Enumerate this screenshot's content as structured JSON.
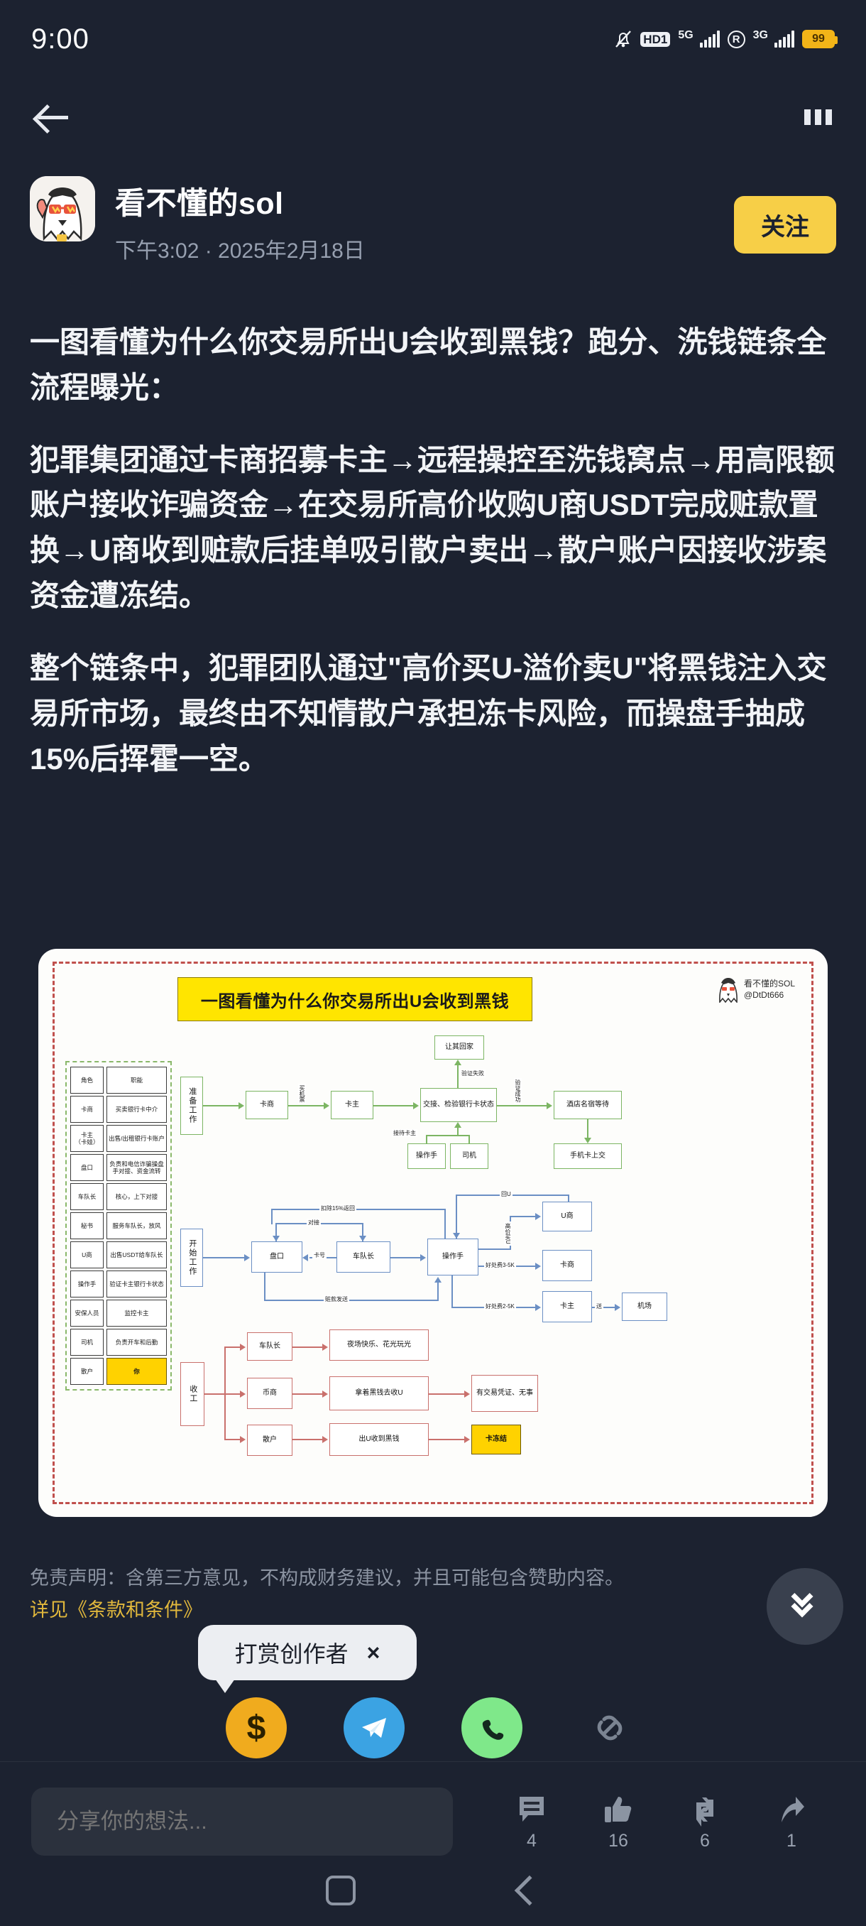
{
  "status_bar": {
    "time": "9:00",
    "icons": [
      "silent-bell-icon",
      "hd1-icon",
      "5g-signal-icon",
      "roaming-icon",
      "3g-signal-icon",
      "battery-icon"
    ],
    "hd_label": "HD1",
    "net1": "5G",
    "net2": "3G",
    "roaming": "R",
    "battery": "99"
  },
  "nav": {
    "back": "back-arrow-icon",
    "more": "more-options-icon"
  },
  "author": {
    "name": "看不懂的sol",
    "meta": "下午3:02 · 2025年2月18日",
    "follow_label": "关注"
  },
  "post": {
    "paragraphs": [
      "一图看懂为什么你交易所出U会收到黑钱？跑分、洗钱链条全流程曝光：",
      "犯罪集团通过卡商招募卡主→远程操控至洗钱窝点→用高限额账户接收诈骗资金→在交易所高价收购U商USDT完成赃款置换→U商收到赃款后挂单吸引散户卖出→散户账户因接收涉案资金遭冻结。",
      "整个链条中，犯罪团队通过\"高价买U-溢价卖U\"将黑钱注入交易所市场，最终由不知情散户承担冻卡风险，而操盘手抽成15%后挥霍一空。"
    ]
  },
  "diagram": {
    "title": "一图看懂为什么你交易所出U会收到黑钱",
    "watermark_name": "看不懂的SOL",
    "watermark_handle": "@DtDt666",
    "roles_table": {
      "header": [
        "角色",
        "职能"
      ],
      "rows": [
        [
          "卡商",
          "买卖银行卡中介"
        ],
        [
          "卡主\n（卡娃）",
          "出售/出租银行卡账户"
        ],
        [
          "盘口",
          "负责和电信诈骗操盘手对接、资金流转"
        ],
        [
          "车队长",
          "核心，上下对接"
        ],
        [
          "秘书",
          "服务车队长，放风"
        ],
        [
          "U商",
          "出售USDT给车队长"
        ],
        [
          "操作手",
          "验证卡主银行卡状态"
        ],
        [
          "安保人员",
          "监控卡主"
        ],
        [
          "司机",
          "负责开车和后勤"
        ],
        [
          "散户",
          "你"
        ]
      ]
    },
    "phase1": {
      "name": "准备工作",
      "nodes": {
        "kashang": "卡商",
        "kazhu": "卡主",
        "jiaojie": "交接、检验银行卡状态",
        "huijia": "让其回家",
        "jiudian": "酒店名宿等待",
        "shoujika": "手机卡上交",
        "caozuoshou": "操作手",
        "siji": "司机"
      },
      "edges": {
        "maijipiao": "买机票",
        "yanzheng_shibai": "验证失败",
        "yanzheng_chenggong": "验证成功",
        "jiedai_kazhu": "接待卡主"
      }
    },
    "phase2": {
      "name": "开始工作",
      "nodes": {
        "pankou": "盘口",
        "cheduizhang": "车队长",
        "caozuoshou": "操作手",
        "ushang": "U商",
        "kashang": "卡商",
        "kazhu": "卡主",
        "jichang": "机场"
      },
      "edges": {
        "koucu": "扣除15%返回",
        "duijie": "对接",
        "kahao": "卡号",
        "zangkuan": "赃款发送",
        "huiU": "回U",
        "gaojia": "高价买U",
        "haochu35": "好处费3-5K",
        "haochu25": "好处费2-5K",
        "song": "送"
      }
    },
    "phase3": {
      "name": "收工",
      "nodes": {
        "cheduizhang": "车队长",
        "yechang": "夜场快乐、花光玩光",
        "bishang": "币商",
        "naheiqian": "拿着黑钱去收U",
        "youpingzheng": "有交易凭证、无事",
        "sanhu": "散户",
        "chuU": "出U收到黑钱",
        "kadongjie": "卡冻结"
      }
    }
  },
  "disclaimer": {
    "text": "免责声明：含第三方意见，不构成财务建议，并且可能包含赞助内容。",
    "terms": "详见《条款和条件》"
  },
  "tip_bubble": {
    "label": "打赏创作者",
    "close": "×"
  },
  "share": {
    "items": [
      {
        "name": "tip-dollar-icon",
        "glyph": "$"
      },
      {
        "name": "telegram-icon",
        "glyph": ""
      },
      {
        "name": "whatsapp-icon",
        "glyph": ""
      },
      {
        "name": "copy-link-icon",
        "glyph": ""
      }
    ]
  },
  "comment": {
    "placeholder": "分享你的想法..."
  },
  "engagement": {
    "reply_count": "4",
    "like_count": "16",
    "repost_count": "6",
    "share_count": "1"
  },
  "system_nav": {
    "recents": "square-icon",
    "back": "back-chevron-icon"
  },
  "colors": {
    "background": "#1c2230",
    "accent_yellow": "#f7cf47",
    "diagram_green": "#7cb563",
    "diagram_blue": "#6b8fc4",
    "diagram_red": "#c9706c",
    "highlight_yellow": "#ffd200"
  }
}
